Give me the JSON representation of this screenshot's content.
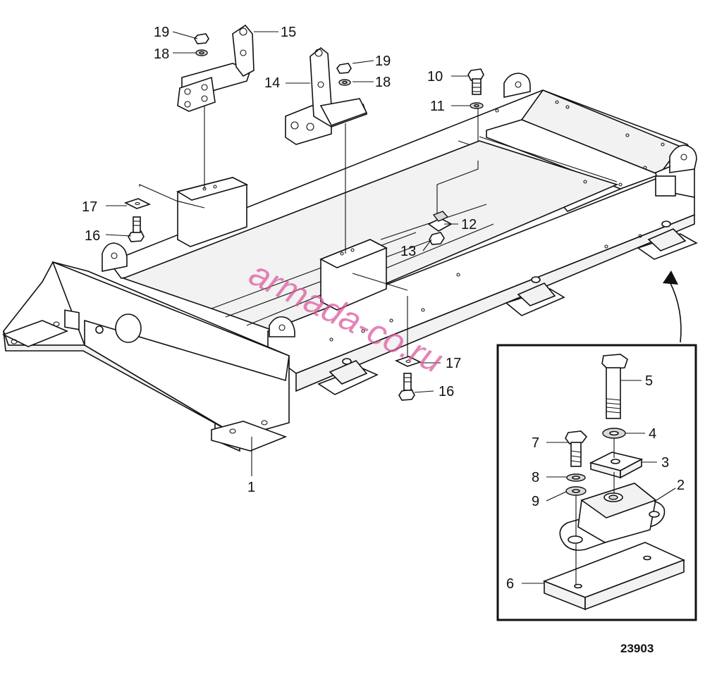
{
  "diagram": {
    "drawing_number": "23903",
    "watermark": "armada-co.ru",
    "callouts": {
      "c1": "1",
      "c2": "2",
      "c3": "3",
      "c4": "4",
      "c5": "5",
      "c6": "6",
      "c7": "7",
      "c8": "8",
      "c9": "9",
      "c10": "10",
      "c11": "11",
      "c12": "12",
      "c13": "13",
      "c14": "14",
      "c15": "15",
      "c16a": "16",
      "c16b": "16",
      "c17a": "17",
      "c17b": "17",
      "c18a": "18",
      "c18b": "18",
      "c19a": "19",
      "c19b": "19"
    },
    "parts": [
      {
        "id": "frame",
        "ref": "1"
      },
      {
        "id": "rubber-mount",
        "ref": "2"
      },
      {
        "id": "washer-plate",
        "ref": "3"
      },
      {
        "id": "washer",
        "ref": "4"
      },
      {
        "id": "bolt",
        "ref": "5"
      },
      {
        "id": "shim-plate",
        "ref": "6"
      },
      {
        "id": "screw",
        "ref": "7"
      },
      {
        "id": "washer",
        "ref": "8"
      },
      {
        "id": "washer",
        "ref": "9"
      },
      {
        "id": "bolt",
        "ref": "10"
      },
      {
        "id": "washer",
        "ref": "11"
      },
      {
        "id": "nut-plate",
        "ref": "12"
      },
      {
        "id": "nut",
        "ref": "13"
      },
      {
        "id": "bracket-left",
        "ref": "14"
      },
      {
        "id": "bracket-right",
        "ref": "15"
      },
      {
        "id": "screw",
        "ref": "16"
      },
      {
        "id": "plate",
        "ref": "17"
      },
      {
        "id": "washer",
        "ref": "18"
      },
      {
        "id": "nut",
        "ref": "19"
      }
    ]
  }
}
